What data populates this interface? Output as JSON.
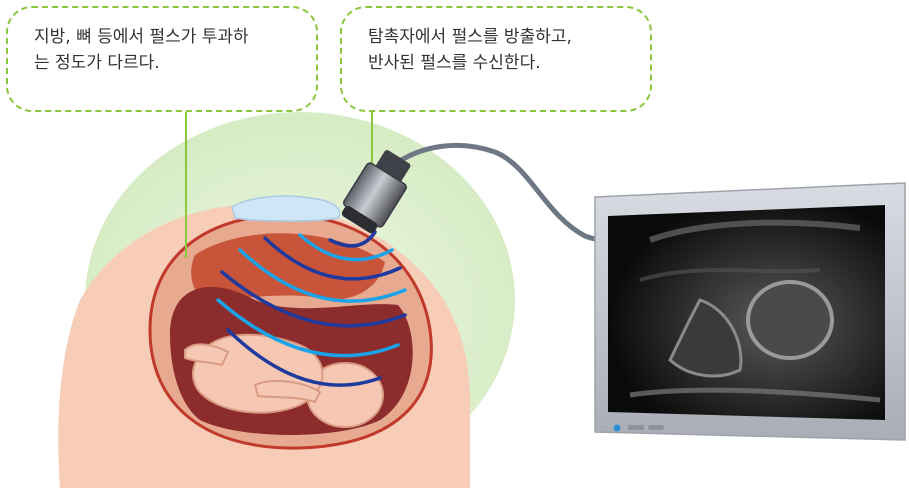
{
  "callouts": {
    "left": {
      "line1": "지방, 뼈 등에서 펄스가 투과하",
      "line2": "는 정도가 다르다."
    },
    "right": {
      "line1": "탐촉자에서 펄스를 방출하고,",
      "line2": "반사된 펄스를 수신한다."
    }
  },
  "colors": {
    "callout_border": "#8cc63f",
    "background_glow": "#dff0d0",
    "skin": "#f7cdb8",
    "uterus_wall": "#c0392b",
    "placenta": "#c8553a",
    "amniotic": "#8c2c2c",
    "fetus": "#f6c7b2",
    "wave_dark": "#1f3a9e",
    "wave_light": "#1aa3e8",
    "monitor_frame": "#b9bec7",
    "screen": "#0e0e0e",
    "power_led": "#2a8fd6"
  },
  "icons": {
    "probe": "ultrasound-probe-icon",
    "monitor": "monitor-icon"
  }
}
